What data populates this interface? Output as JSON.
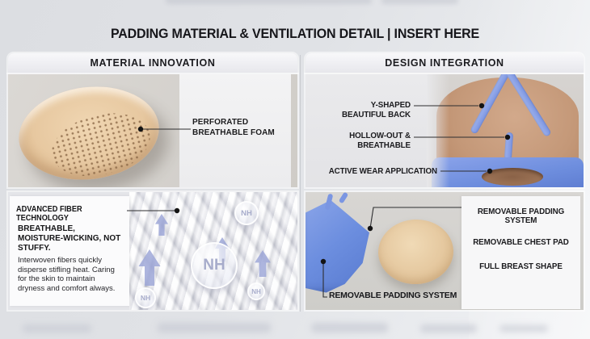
{
  "title": "PADDING MATERIAL & VENTILATION DETAIL | INSERT HERE",
  "left_panel": {
    "header": "MATERIAL INNOVATION",
    "foam_label": "PERFORATED\nBREATHABLE FOAM",
    "fiber_heading": "ADVANCED FIBER TECHNOLOGY",
    "fiber_subheading": "BREATHABLE,\nMOISTURE-WICKING, NOT\nSTUFFY.",
    "fiber_body": "Interwoven fibers quickly\ndisperse stifling heat. Caring\nfor the skin to maintain\ndryness and comfort always.",
    "nh_bubble": "NH"
  },
  "right_panel": {
    "header": "DESIGN INTEGRATION",
    "back_label_y": "Y-SHAPED\nBEAUTIFUL BACK",
    "back_label_hollow": "HOLLOW-OUT &\nBREATHABLE",
    "back_label_active": "ACTIVE WEAR APPLICATION",
    "pad_label_system": "REMOVABLE PADDING SYSTEM",
    "pad_label_chest": "REMOVABLE CHEST PAD",
    "pad_label_shape": "FULL BREAST SHAPE",
    "pad_label_system_bottom": "REMOVABLE PADDING SYSTEM"
  },
  "colors": {
    "bra_blue": "#6e8fdd",
    "foam_beige": "#e7c8a0",
    "pad_beige": "#e5c89f"
  }
}
